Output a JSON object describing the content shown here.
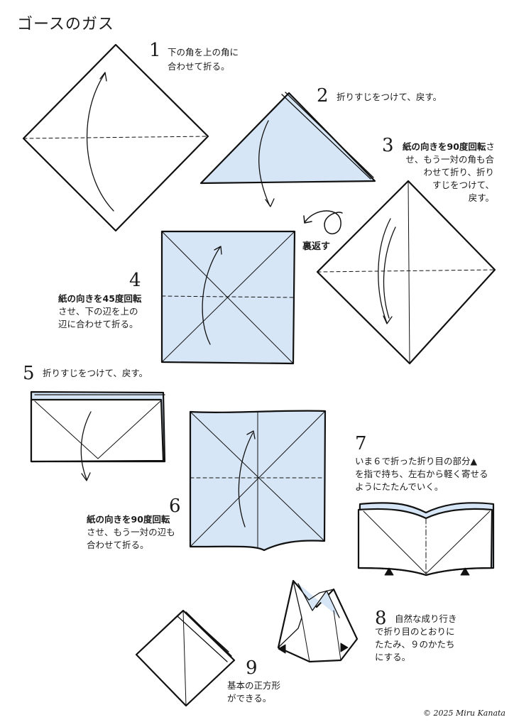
{
  "title": "ゴースのガス",
  "steps": [
    {
      "num": "1",
      "lines": [
        "下の角を上の角に",
        "合わせて折る。"
      ]
    },
    {
      "num": "2",
      "lines": [
        "折りすじをつけて、戻す。"
      ]
    },
    {
      "num": "3",
      "bold": "紙の向きを90度回転",
      "rest": "さ",
      "lines": [
        "せ、もう一対の角も合",
        "わせて折り、折り",
        "すじをつけて、",
        "戻す。"
      ]
    },
    {
      "label": "裏返す"
    },
    {
      "num": "4",
      "bold": "紙の向きを45度回転",
      "lines": [
        "させ、下の辺を上の",
        "辺に合わせて折る。"
      ]
    },
    {
      "num": "5",
      "lines": [
        "折りすじをつけて、戻す。"
      ]
    },
    {
      "num": "6",
      "bold": "紙の向きを90度回転",
      "lines": [
        "させ、もう一対の辺も",
        "合わせて折る。"
      ]
    },
    {
      "num": "7",
      "lines": [
        "いま６で折った折り目の部分▲",
        "を指で持ち、左右から軽く寄せる",
        "ようにたたんでいく。"
      ]
    },
    {
      "num": "8",
      "lines": [
        "自然な成り行き",
        "で折り目のとおりに",
        "たたみ、９のかたち",
        "にする。"
      ]
    },
    {
      "num": "9",
      "lines": [
        "基本の正方形",
        "ができる。"
      ]
    }
  ],
  "copyright": "© 2025 Miru Kanata",
  "colors": {
    "paper_blue": "#d6e6f6",
    "line": "#111111",
    "white": "#ffffff"
  }
}
